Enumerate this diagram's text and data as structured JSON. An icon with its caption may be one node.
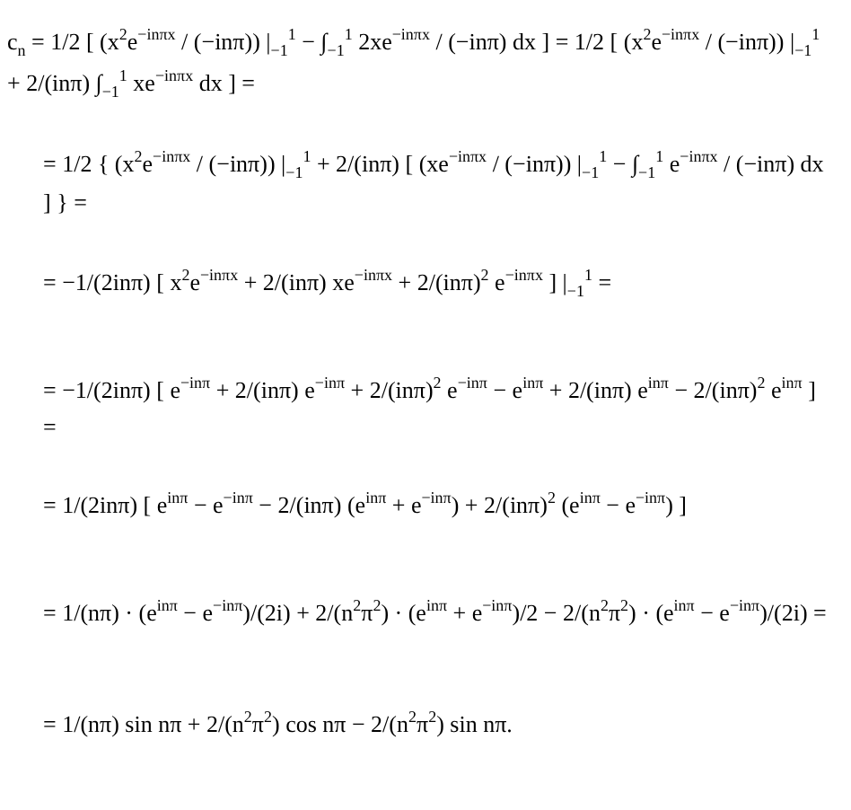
{
  "diagram": {
    "labels": [
      "c$_{n}$ = 1/2 [ (x$^{2}$e$^{−inπx}$ / (−inπ)) |$_{−1}$$^{1}$ − ∫$_{−1}$$^{1}$ 2xe$^{−inπx}$ / (−inπ) dx ] = 1/2 [ (x$^{2}$e$^{−inπx}$ / (−inπ)) |$_{−1}$$^{1}$ + 2/(inπ) ∫$_{−1}$$^{1}$ xe$^{−inπx}$ dx ] =",
      "= 1/2 { (x$^{2}$e$^{−inπx}$ / (−inπ)) |$_{−1}$$^{1}$ + 2/(inπ) [ (xe$^{−inπx}$ / (−inπ)) |$_{−1}$$^{1}$ − ∫$_{−1}$$^{1}$ e$^{−inπx}$ / (−inπ) dx ] } =",
      "= −1/(2inπ) [ x$^{2}$e$^{−inπx}$ + 2/(inπ) xe$^{−inπx}$ + 2/(inπ)$^{2}$ e$^{−inπx}$ ] |$_{−1}$$^{1}$ =",
      "= −1/(2inπ) [ e$^{−inπ}$ + 2/(inπ) e$^{−inπ}$ + 2/(inπ)$^{2}$ e$^{−inπ}$ − e$^{inπ}$ + 2/(inπ) e$^{inπ}$ − 2/(inπ)$^{2}$ e$^{inπ}$ ] =",
      "= 1/(2inπ) [ e$^{inπ}$ − e$^{−inπ}$ − 2/(inπ) (e$^{inπ}$ + e$^{−inπ}$) + 2/(inπ)$^{2}$ (e$^{inπ}$ − e$^{−inπ}$) ]",
      "= 1/(nπ) · (e$^{inπ}$ − e$^{−inπ}$)/(2i) + 2/(n$^{2}$π$^{2}$) · (e$^{inπ}$ + e$^{−inπ}$)/2 − 2/(n$^{2}$π$^{2}$) · (e$^{inπ}$ − e$^{−inπ}$)/(2i) =",
      "= 1/(nπ) sin nπ + 2/(n$^{2}$π$^{2}$) cos nπ − 2/(n$^{2}$π$^{2}$) sin nπ."
    ]
  }
}
